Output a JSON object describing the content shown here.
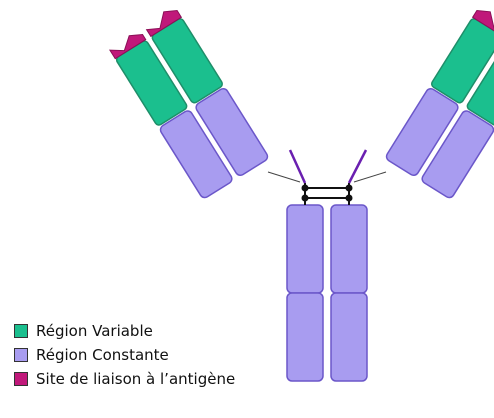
{
  "colors": {
    "variable": "#1bbf8e",
    "constant": "#a89cf0",
    "antigen_site": "#c0187a",
    "outline_constant": "#6b57c9",
    "outline_variable": "#1e8e69",
    "disulfide": "#6a1fb0",
    "bond": "#111111"
  },
  "legend": {
    "items": [
      {
        "label": "Région Variable",
        "color_key": "variable"
      },
      {
        "label": "Région Constante",
        "color_key": "constant"
      },
      {
        "label": "Site de liaison à l’antigène",
        "color_key": "antigen_site"
      }
    ]
  }
}
